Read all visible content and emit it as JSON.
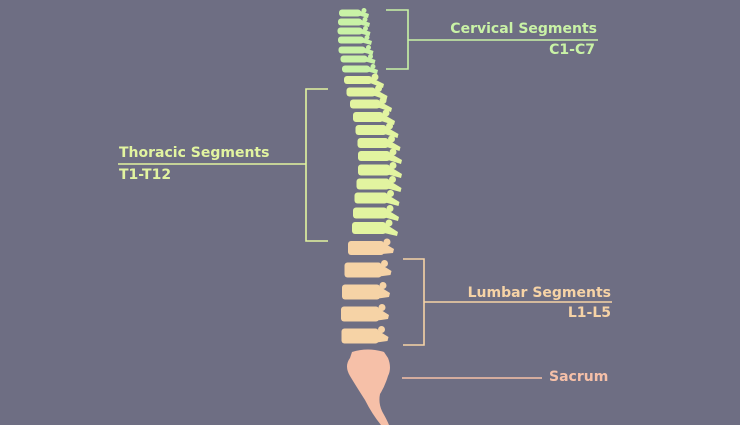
{
  "colors": {
    "background": "#6e6e83",
    "cervical": "#c9f2a6",
    "thoracic": "#e2f4a0",
    "lumbar": "#f6d3a6",
    "sacrum": "#f6c0a8"
  },
  "labels": {
    "cervical": {
      "name": "Cervical Segments",
      "range": "C1-C7"
    },
    "thoracic": {
      "name": "Thoracic Segments",
      "range": "T1-T12"
    },
    "lumbar": {
      "name": "Lumbar Segments",
      "range": "L1-L5"
    },
    "sacrum": {
      "name": "Sacrum"
    }
  }
}
